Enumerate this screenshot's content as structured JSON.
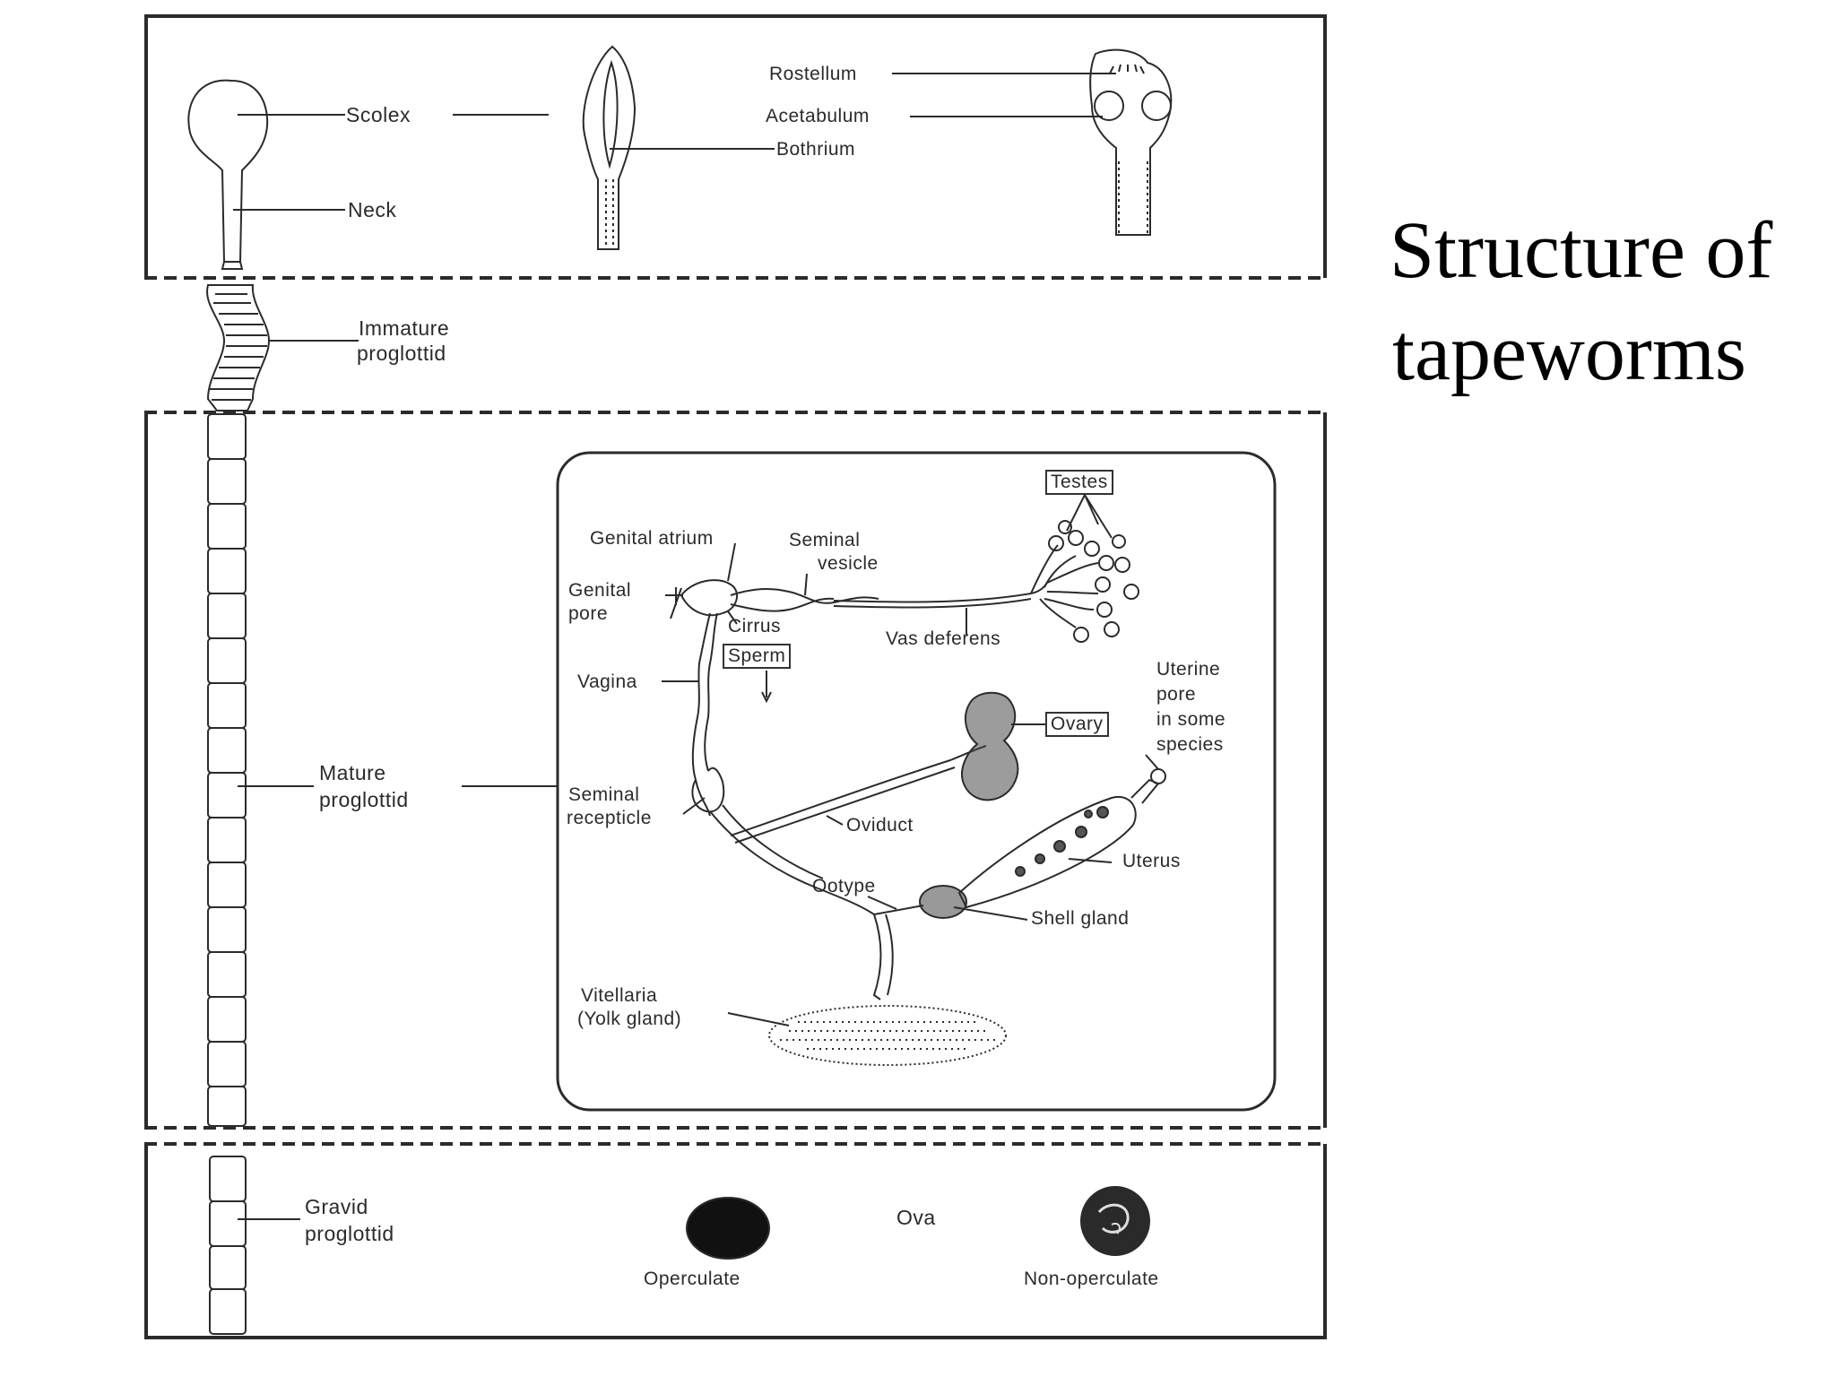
{
  "title": {
    "line1": "Structure of",
    "line2": "tapeworms"
  },
  "labels": {
    "scolex": "Scolex",
    "neck": "Neck",
    "rostellum": "Rostellum",
    "acetabulum": "Acetabulum",
    "bothrium": "Bothrium",
    "immature_1": "Immature",
    "immature_2": "proglottid",
    "mature_1": "Mature",
    "mature_2": "proglottid",
    "gravid_1": "Gravid",
    "gravid_2": "proglottid",
    "ova": "Ova",
    "operculate": "Operculate",
    "non_operculate": "Non-operculate"
  },
  "detail_labels": {
    "testes": "Testes",
    "genital_atrium": "Genital atrium",
    "seminal_vesicle_1": "Seminal",
    "seminal_vesicle_2": "vesicle",
    "genital_pore_1": "Genital",
    "genital_pore_2": "pore",
    "cirrus": "Cirrus",
    "vas_deferens": "Vas deferens",
    "sperm": "Sperm",
    "vagina": "Vagina",
    "uterine_pore_1": "Uterine",
    "uterine_pore_2": "pore",
    "uterine_pore_3": "in some",
    "uterine_pore_4": "species",
    "ovary": "Ovary",
    "seminal_receptacle_1": "Seminal",
    "seminal_receptacle_2": "recepticle",
    "oviduct": "Oviduct",
    "uterus": "Uterus",
    "ootype": "Ootype",
    "shell_gland": "Shell gland",
    "vitellaria_1": "Vitellaria",
    "vitellaria_2": "(Yolk gland)"
  },
  "colors": {
    "ink": "#2b2b2b",
    "background": "#ffffff"
  }
}
